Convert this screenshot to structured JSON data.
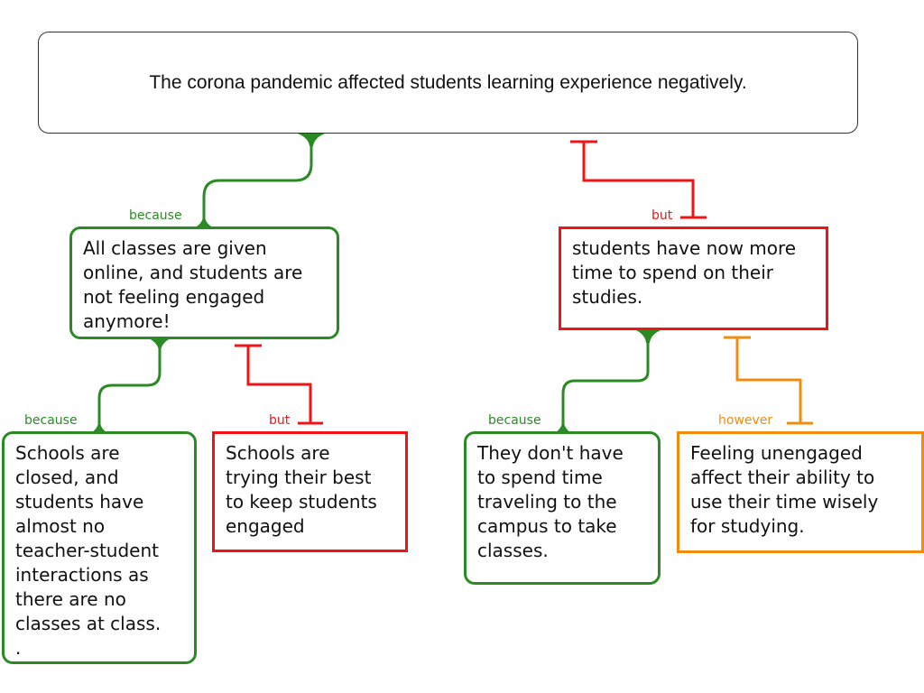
{
  "colors": {
    "support": "#2a8a24",
    "objection": "#f01414",
    "rebuttal": "#f28c0f",
    "root_border": "#333333"
  },
  "root": {
    "text": "The corona pandemic affected students learning experience negatively."
  },
  "nodes": {
    "a": {
      "relation": "because",
      "type": "support",
      "text": "All classes are given\nonline, and students are\nnot feeling engaged\nanymore!"
    },
    "b": {
      "relation": "but",
      "type": "objection",
      "text": "students have now more\ntime to spend on their\nstudies."
    },
    "a1": {
      "relation": "because",
      "type": "support",
      "text": "Schools are\nclosed, and\nstudents have\nalmost no\nteacher-student\ninteractions as\nthere are no\nclasses at class.\n."
    },
    "a2": {
      "relation": "but",
      "type": "objection",
      "text": "Schools are\ntrying their best\nto keep students\nengaged"
    },
    "b1": {
      "relation": "because",
      "type": "support",
      "text": "They don't have\nto spend time\ntraveling to the\ncampus to take\nclasses."
    },
    "b2": {
      "relation": "however",
      "type": "rebuttal",
      "text": "Feeling unengaged\naffect their ability to\nuse their time wisely\nfor studying."
    }
  }
}
